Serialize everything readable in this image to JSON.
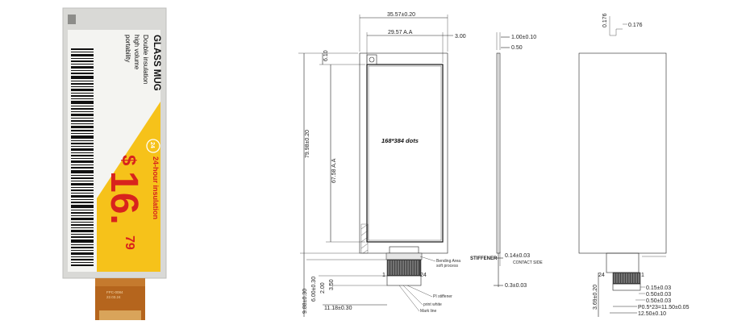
{
  "label": {
    "product": "GLASS MUG",
    "features": [
      "Double insulation",
      "high volume",
      "portability"
    ],
    "badge_number": "24",
    "promo_text": "24-hour insulation",
    "price_symbol": "$",
    "price_main": "16.",
    "price_cents": "79",
    "fpc_text_1": "FPC-0084",
    "fpc_text_2": "22.03.24",
    "colors": {
      "yellow": "#f6c21a",
      "red": "#d8231d",
      "black": "#111111",
      "fpc": "#b5651d"
    }
  },
  "front_view": {
    "width_total": "35.57±0.20",
    "width_aa": "29.57 A.A",
    "right_margin": "3.00",
    "top_margin": "6.10",
    "height_total": "79.98±0.20",
    "height_aa": "67.58 A.A",
    "resolution": "168*384 dots",
    "bottom_1": "9.88±0.30",
    "bottom_2": "6.00±0.30",
    "bottom_3": "2.00",
    "bottom_4": "3.50",
    "fpc_width": "11.18±0.30",
    "pin_1": "1",
    "pin_24": "24",
    "notes": [
      "Bending Area",
      "soft process",
      "PI stiffener",
      "print white",
      "Mark line"
    ]
  },
  "side_view": {
    "thickness": "1.00±0.10",
    "glass": "0.50",
    "stiffener_label": "STIFFENER",
    "stiffener_thk": "0.14±0.03",
    "contact_side": "CONTACT SIDE",
    "fpc_thk": "0.3±0.03"
  },
  "back_view": {
    "corner_1": "0.176",
    "corner_2": "0.176",
    "pin_24": "24",
    "pin_1": "1",
    "fpc_len": "3.69±0.20",
    "d1": "0.15±0.03",
    "d2": "0.50±0.03",
    "d3": "0.50±0.03",
    "pitch": "P0.5*23=11.50±0.05",
    "fpc_width": "12.50±0.10"
  }
}
